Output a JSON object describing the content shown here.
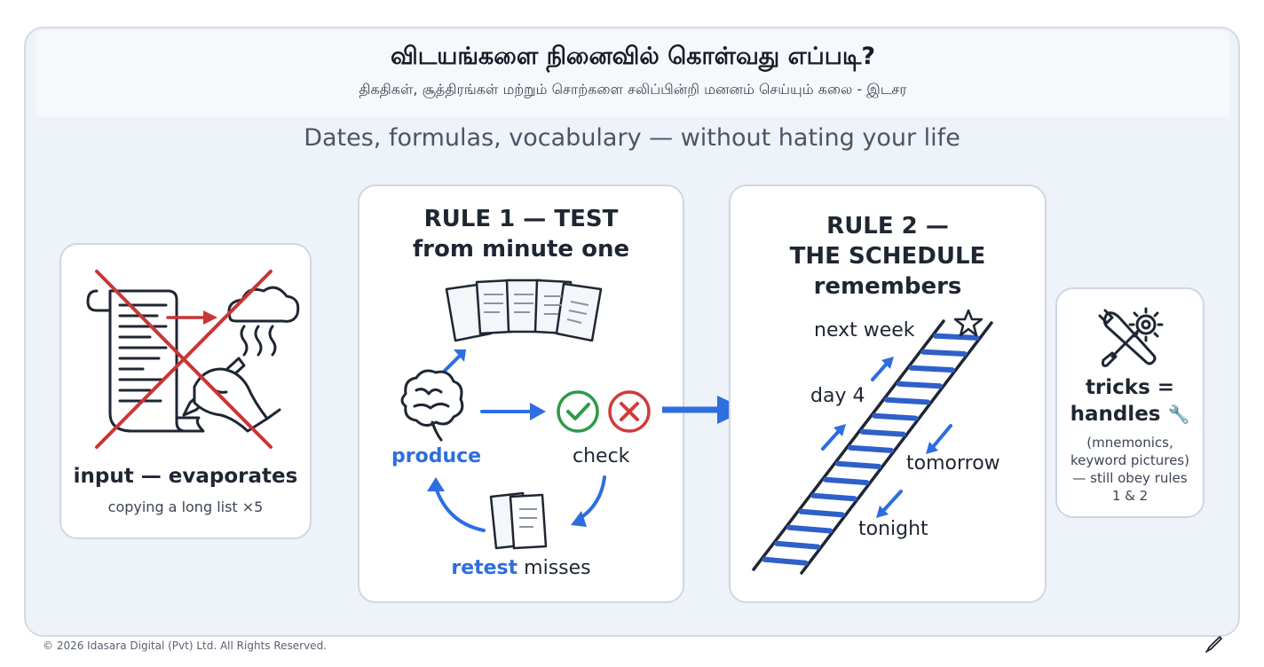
{
  "header": {
    "title": "விடயங்களை நினைவில் கொள்வது எப்படி?",
    "tamil_subtitle": "திகதிகள், சூத்திரங்கள் மற்றும் சொற்களை சலிப்பின்றி மனனம் செய்யும் கலை - இடசர",
    "english_subtitle": "Dates, formulas, vocabulary — without hating your life"
  },
  "panel_input": {
    "title": "input — evaporates",
    "caption": "copying a long list ×5",
    "icons": [
      "scroll-list-icon",
      "writing-hand-icon",
      "evaporating-cloud-icon",
      "cross-out-icon"
    ]
  },
  "panel_rule1": {
    "title_line1": "RULE 1 — TEST",
    "title_line2": "from minute one",
    "produce": "produce",
    "check": "check",
    "retest_word": "retest",
    "misses_word": " misses",
    "icons": [
      "flashcards-icon",
      "brain-icon",
      "check-circle-icon",
      "x-circle-icon",
      "card-stack-icon"
    ]
  },
  "panel_rule2": {
    "title_line1": "RULE 2 —",
    "title_line2": "THE SCHEDULE",
    "title_line3": "remembers",
    "steps": [
      "next week",
      "day 4",
      "tomorrow",
      "tonight"
    ],
    "icons": [
      "ladder-icon",
      "star-icon"
    ]
  },
  "panel_tricks": {
    "title_line1": "tricks =",
    "title_line2": "handles",
    "note_line1": "(mnemonics,",
    "note_line2": "keyword pictures)",
    "note_line3": "— still obey rules",
    "note_line4": "1 & 2",
    "icons": [
      "tools-icon",
      "wrench-icon"
    ]
  },
  "footer": {
    "copyright": "© 2026 Idasara Digital (Pvt) Ltd. All Rights Reserved."
  },
  "colors": {
    "accent_blue": "#2d6ee0",
    "cross_red": "#c93636",
    "check_green": "#2f9a4a",
    "x_red": "#d23b3b",
    "ladder_rung": "#2f5fc9",
    "panel_bg": "#eef2f9"
  }
}
